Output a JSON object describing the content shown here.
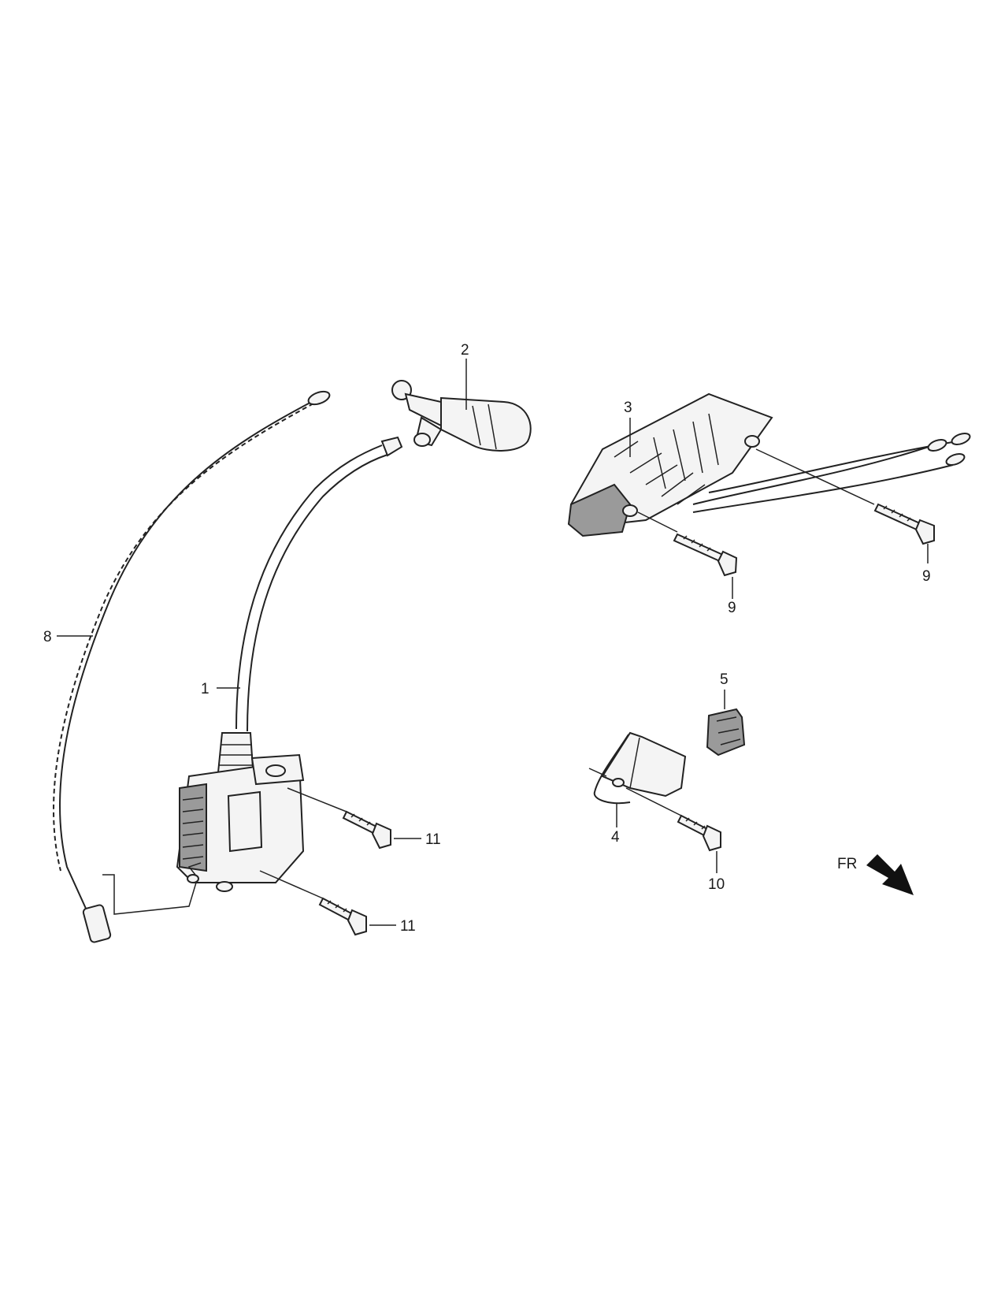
{
  "callouts": {
    "c1": "1",
    "c2": "2",
    "c3": "3",
    "c4": "4",
    "c5": "5",
    "c8": "8",
    "c9a": "9",
    "c9b": "9",
    "c10": "10",
    "c11a": "11",
    "c11b": "11"
  },
  "orientation": {
    "label": "FR"
  },
  "colors": {
    "ink": "#222222",
    "background": "#ffffff"
  }
}
